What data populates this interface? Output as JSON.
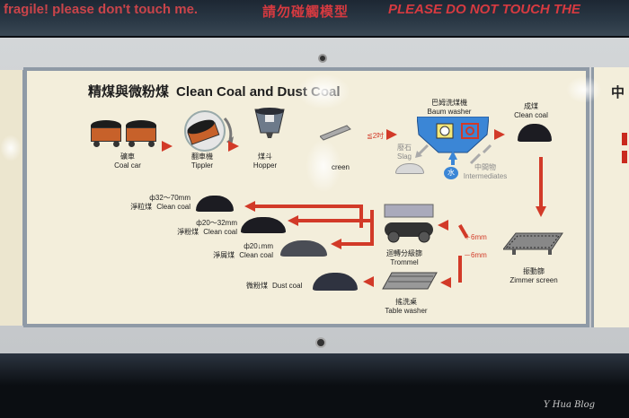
{
  "banner": {
    "fragment_en": "fragile! please don't touch me.",
    "zh": "請勿碰觸模型",
    "en": "PLEASE DO NOT TOUCH THE"
  },
  "diagram": {
    "title_zh": "精煤與微粉煤",
    "title_en": "Clean Coal and Dust Coal",
    "right_panel_zh": "中"
  },
  "nodes": {
    "coal_car": {
      "zh": "礦車",
      "en": "Coal car"
    },
    "tippler": {
      "zh": "翻車機",
      "en": "Tippler"
    },
    "hopper": {
      "zh": "煤斗",
      "en": "Hopper"
    },
    "screen": {
      "en": "creen"
    },
    "size_le2": "≦2吋",
    "baum_washer": {
      "zh": "巴姆洗煤機",
      "en": "Baum washer"
    },
    "slag": {
      "zh": "廢石",
      "en": "Slag"
    },
    "water": "水",
    "intermediates": {
      "zh": "中間物",
      "en": "Intermediates"
    },
    "clean_coal_top": {
      "zh": "成煤",
      "en": "Clean coal"
    },
    "zimmer": {
      "zh": "振動篩",
      "en": "Zimmer screen"
    },
    "plus6": "＋6mm",
    "minus6": "－6mm",
    "trommel": {
      "zh": "迴轉分級篩",
      "en": "Trommel"
    },
    "table_washer": {
      "zh": "搖洗桌",
      "en": "Table washer"
    },
    "out1": {
      "size": "ф32～70mm",
      "zh": "淨粒煤",
      "en": "Clean coal"
    },
    "out2": {
      "size": "ф20～32mm",
      "zh": "淨粉煤",
      "en": "Clean coal"
    },
    "out3": {
      "size": "ф20↓mm",
      "zh": "淨屑煤",
      "en": "Clean coal"
    },
    "dust": {
      "zh": "微粉煤",
      "en": "Dust coal"
    }
  },
  "colors": {
    "arrow": "#d23a28",
    "panel": "#f3eedb",
    "washer_blue": "#3b86d6"
  },
  "watermark": "Y Hua Blog"
}
